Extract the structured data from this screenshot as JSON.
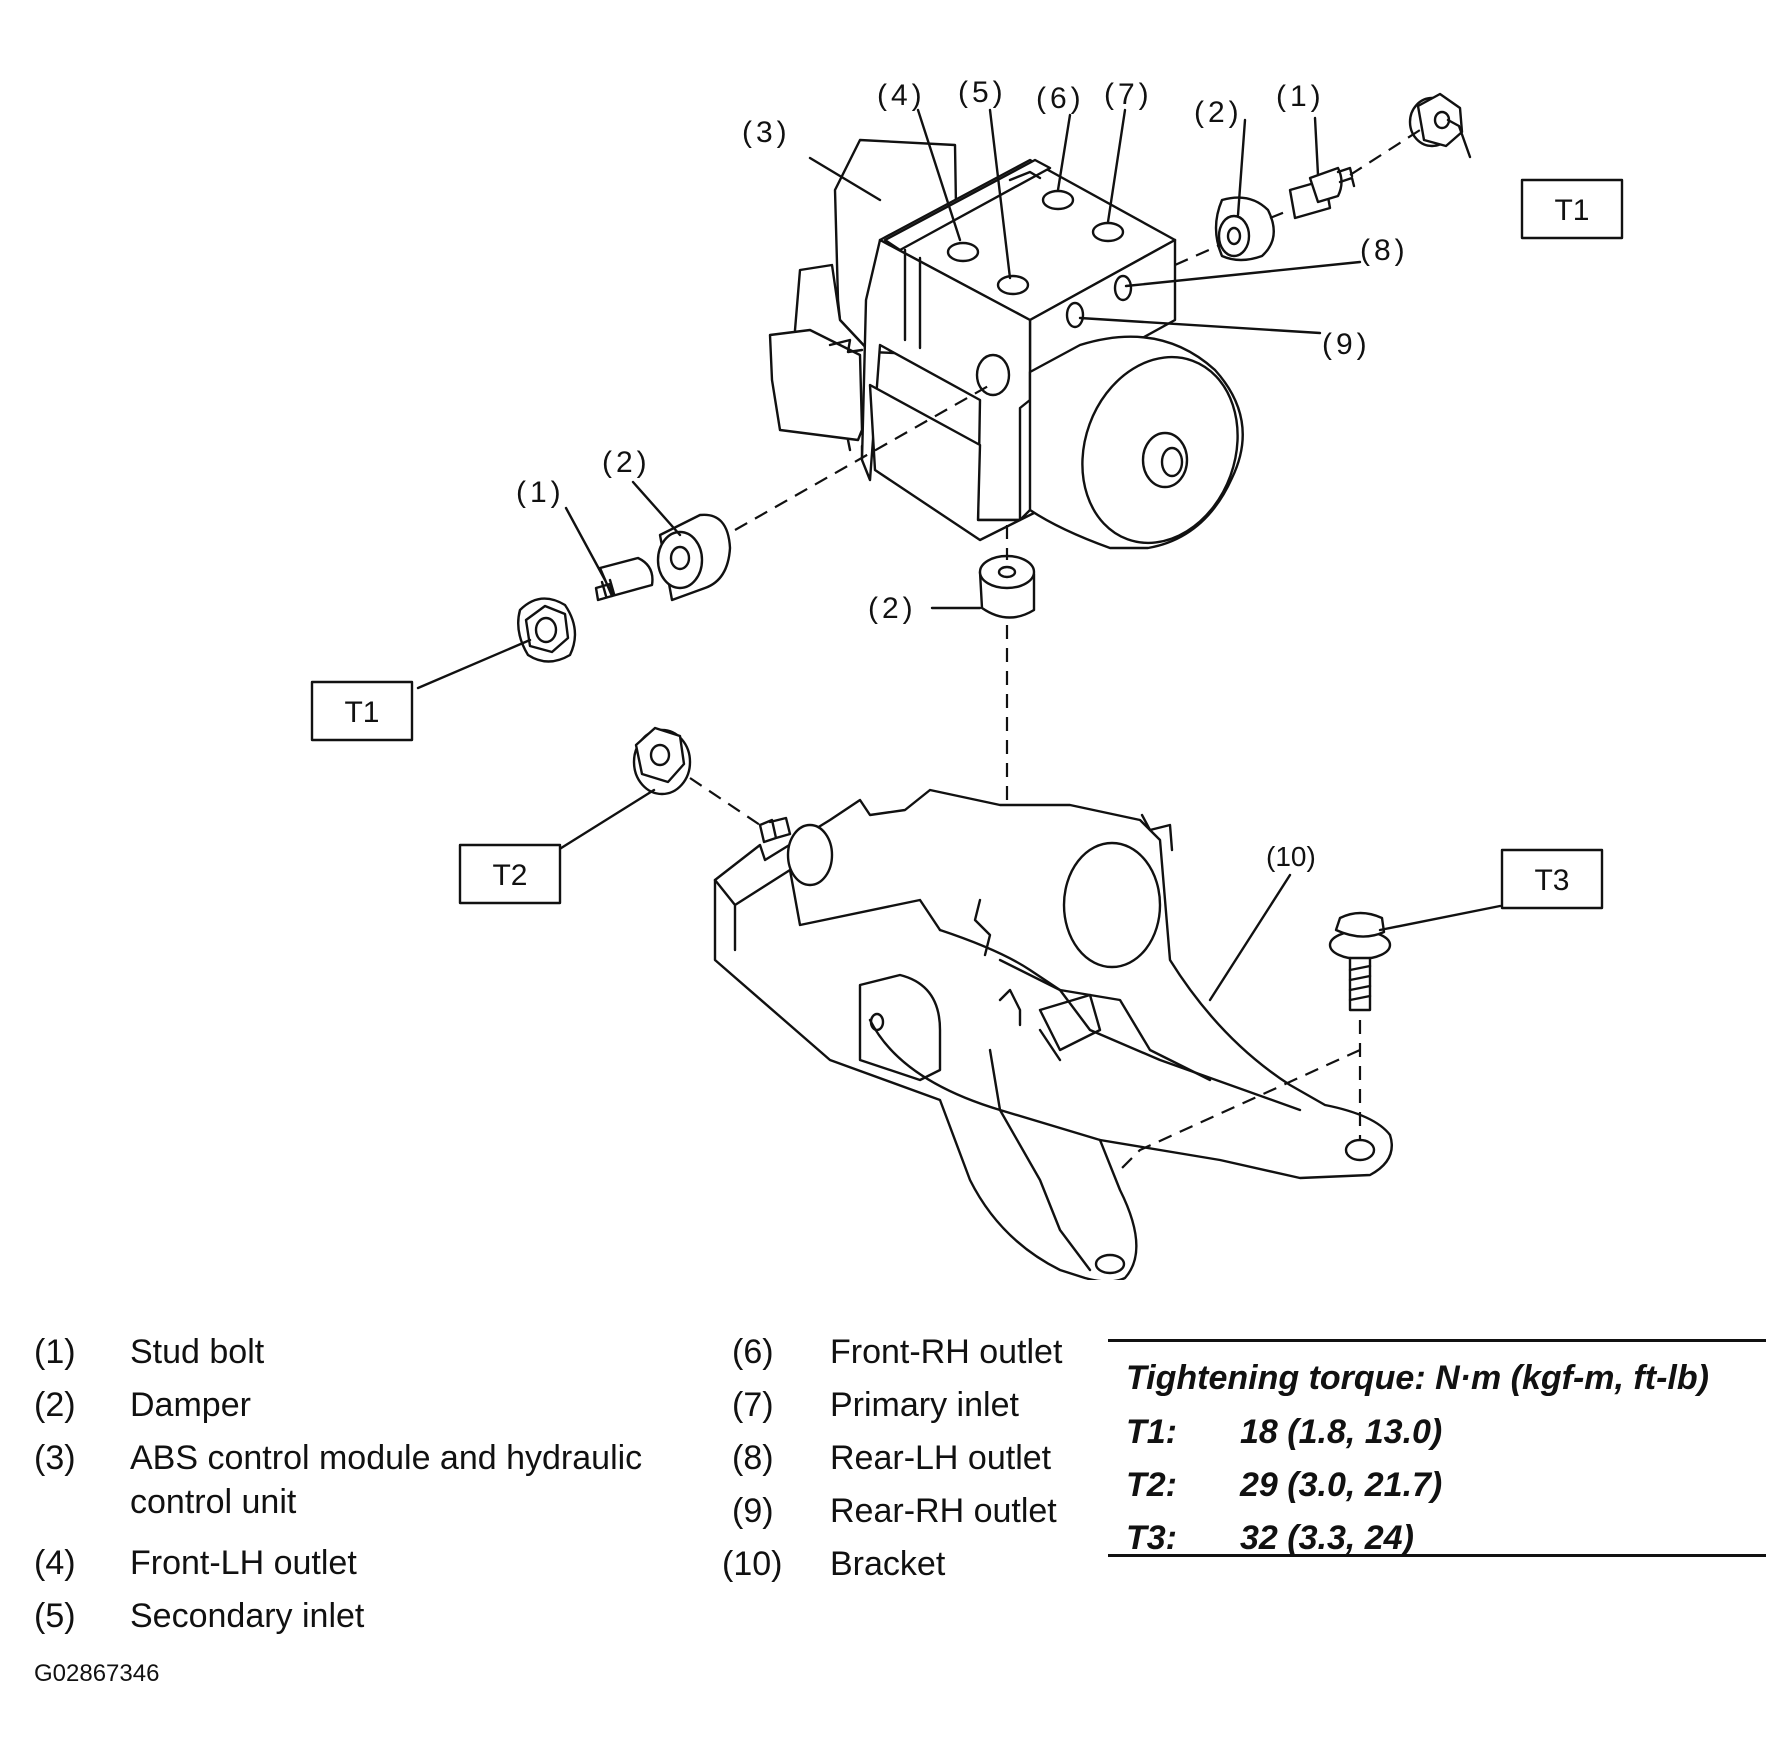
{
  "callouts": {
    "c1_top": "(1)",
    "c2_top": "(2)",
    "c3": "(3)",
    "c4": "(4)",
    "c5": "(5)",
    "c6": "(6)",
    "c7": "(7)",
    "c8": "(8)",
    "c9": "(9)",
    "c1_left": "(1)",
    "c2_left": "(2)",
    "c2_center": "(2)",
    "c10": "(10)"
  },
  "torque_boxes": {
    "t1_top": "T1",
    "t1_left": "T1",
    "t2": "T2",
    "t3": "T3"
  },
  "legend_left": [
    {
      "num": "(1)",
      "text": "Stud bolt"
    },
    {
      "num": "(2)",
      "text": "Damper"
    },
    {
      "num": "(3)",
      "text": "ABS control module and hydraulic control unit"
    },
    {
      "num": "(4)",
      "text": "Front-LH outlet"
    },
    {
      "num": "(5)",
      "text": "Secondary inlet"
    }
  ],
  "legend_mid": [
    {
      "num": "(6)",
      "text": "Front-RH outlet"
    },
    {
      "num": "(7)",
      "text": "Primary inlet"
    },
    {
      "num": "(8)",
      "text": "Rear-LH outlet"
    },
    {
      "num": "(9)",
      "text": "Rear-RH outlet"
    },
    {
      "num": "(10)",
      "text": "Bracket"
    }
  ],
  "torque": {
    "heading": "Tightening torque: N·m (kgf-m, ft-lb)",
    "rows": [
      {
        "key": "T1:",
        "value": "18 (1.8, 13.0)"
      },
      {
        "key": "T2:",
        "value": "29 (3.0, 21.7)"
      },
      {
        "key": "T3:",
        "value": "32 (3.3, 24)"
      }
    ]
  },
  "figure_id": "G02867346"
}
